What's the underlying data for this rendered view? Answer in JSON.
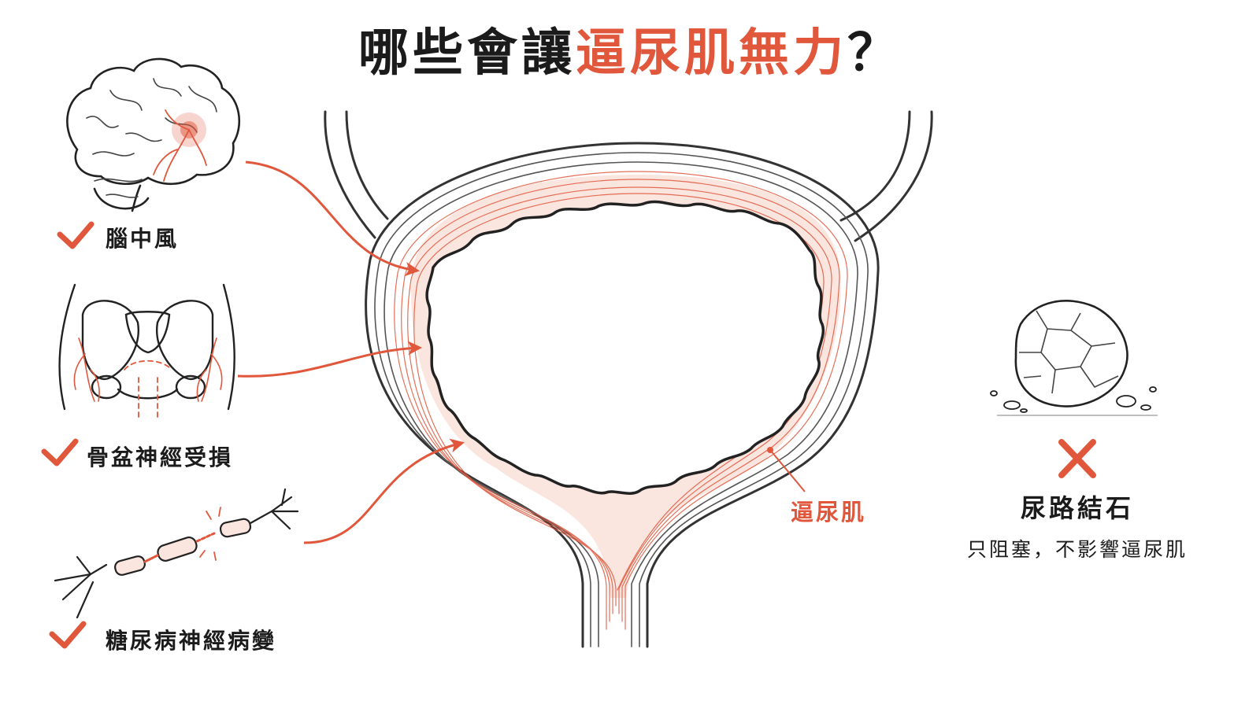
{
  "title": {
    "prefix": "哪些會讓",
    "highlight": "逼尿肌無力",
    "suffix": "？"
  },
  "causes": [
    {
      "label": "腦中風",
      "status": "check"
    },
    {
      "label": "骨盆神經受損",
      "status": "check"
    },
    {
      "label": "糖尿病神經病變",
      "status": "check"
    }
  ],
  "muscle_label": "逼尿肌",
  "non_cause": {
    "title": "尿路結石",
    "note": "只阻塞，不影響逼尿肌",
    "status": "cross"
  },
  "colors": {
    "accent": "#e0573c",
    "ink": "#1b1b1b",
    "muscle_fill": "#fbe5df"
  },
  "icons": [
    "brain-icon",
    "pelvis-icon",
    "nerve-icon",
    "stone-icon",
    "check-icon",
    "cross-icon"
  ]
}
